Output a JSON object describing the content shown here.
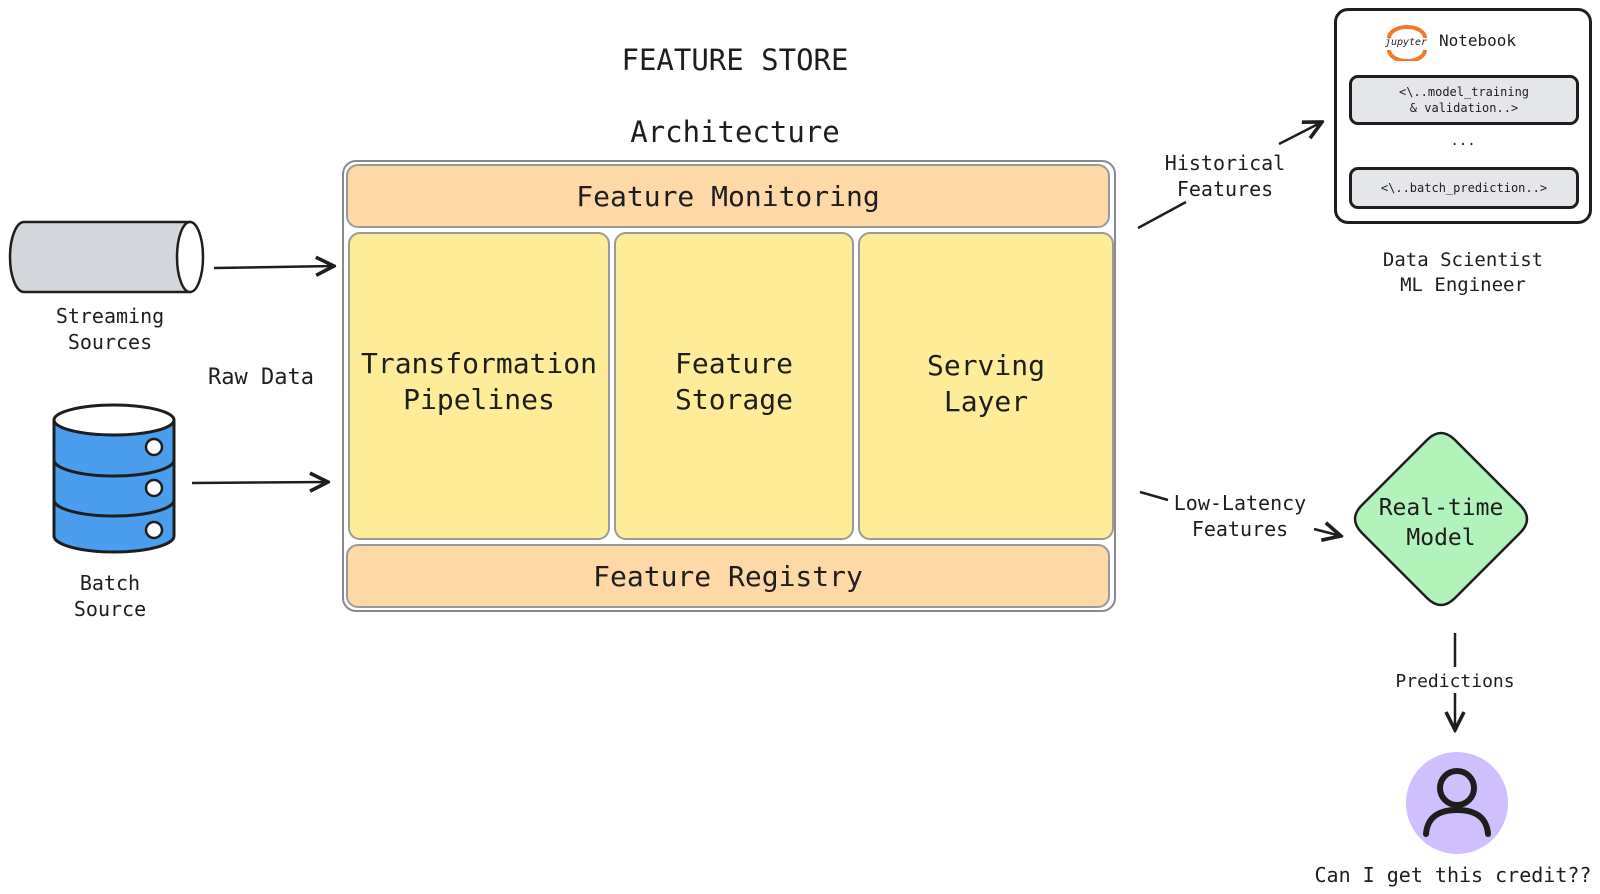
{
  "title": {
    "line1": "FEATURE STORE",
    "line2": "Architecture"
  },
  "sources": {
    "streaming": "Streaming\nSources",
    "batch": "Batch\nSource",
    "raw_data": "Raw Data"
  },
  "store": {
    "monitoring": "Feature Monitoring",
    "transformation": "Transformation\nPipelines",
    "storage": "Feature\nStorage",
    "serving": "Serving\nLayer",
    "registry": "Feature Registry"
  },
  "notebook": {
    "logo_text": "jupyter",
    "title": "Notebook",
    "code1": "<\\..model_training\n& validation..>",
    "ellipsis": "...",
    "code2": "<\\..batch_prediction..>"
  },
  "edges": {
    "historical": "Historical\nFeatures",
    "low_latency": "Low-Latency\nFeatures",
    "predictions": "Predictions"
  },
  "roles": {
    "data_scientist": "Data Scientist\nML Engineer"
  },
  "model": {
    "label": "Real-time\nModel"
  },
  "user": {
    "question": "Can I get this credit??"
  },
  "colors": {
    "band_fill": "#ffd8a8",
    "cell_fill": "#ffec99",
    "model_fill": "#b2f2bb",
    "person_fill": "#d0bfff",
    "db_fill": "#4a9eed",
    "pipe_fill": "#d3d6db",
    "jupyter_orange": "#f37726"
  },
  "icons": {
    "streaming": "pipe-cylinder-icon",
    "batch": "database-icon",
    "notebook": "jupyter-logo-icon",
    "user": "user-icon"
  }
}
